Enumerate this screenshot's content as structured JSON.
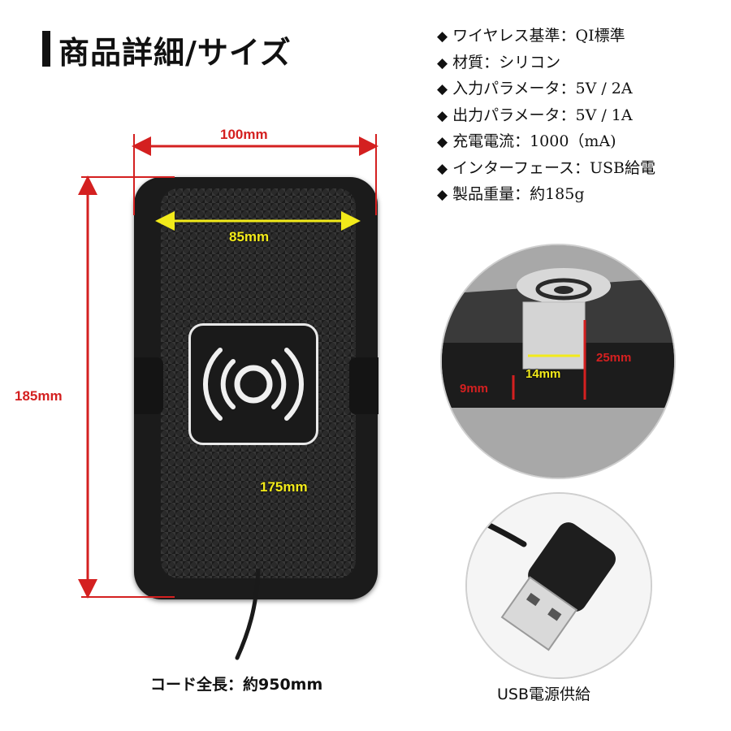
{
  "title": "商品詳細/サイズ",
  "specs": [
    {
      "bullet": "◆",
      "text": "ワイヤレス基準：QI標準"
    },
    {
      "bullet": "◆",
      "text": "材質：シリコン"
    },
    {
      "bullet": "◆",
      "text": "入力パラメータ：5V / 2A"
    },
    {
      "bullet": "◆",
      "text": "出力パラメータ：5V / 1A"
    },
    {
      "bullet": "◆",
      "text": "充電電流：1000（mA)"
    },
    {
      "bullet": "◆",
      "text": "インターフェース：USB給電"
    },
    {
      "bullet": "◆",
      "text": "製品重量：約185g"
    }
  ],
  "dimensions": {
    "width_outer": "100mm",
    "width_inner": "85mm",
    "height_outer": "185mm",
    "height_inner": "175mm",
    "slot_width": "14mm",
    "slot_height": "25mm",
    "lip_height": "9mm"
  },
  "cord_length": "コード全長：約950mm",
  "usb_caption": "USB電源供給",
  "colors": {
    "dimension_red": "#d42020",
    "dimension_yellow": "#f2ea1a",
    "pad_black": "#1b1b1b"
  }
}
